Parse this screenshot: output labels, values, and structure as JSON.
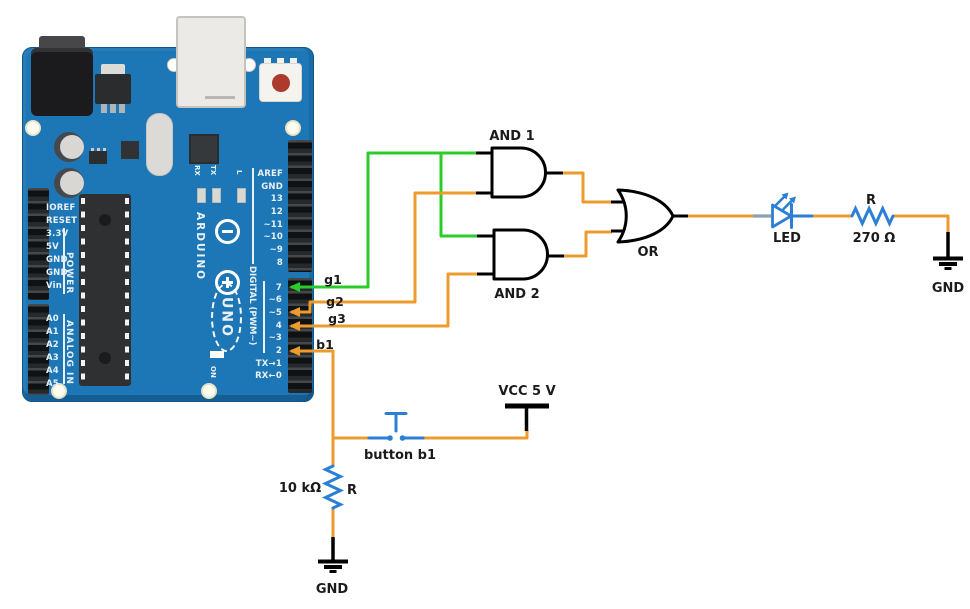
{
  "colors": {
    "wire-orange": "#EE9B2D",
    "wire-green": "#2BCB2B",
    "component-blue": "#2B7FD4",
    "lead-gray": "#8C9FB2",
    "board-blue": "#1D76B5",
    "label-ink": "#1B1B1B",
    "board-text": "#E9F1F7"
  },
  "board": {
    "logo_text": "ARDUINO",
    "model_text": "UNO",
    "digital_header_label": "DIGITAL (PWM~)",
    "digital_pins_top": [
      "AREF",
      "GND",
      "13",
      "12",
      "~11",
      "~10",
      "~9",
      "8"
    ],
    "digital_pins_bottom": [
      "7",
      "~6",
      "~5",
      "4",
      "~3",
      "2",
      "TX→1",
      "RX←0"
    ],
    "power_header_label": "POWER",
    "power_pins": [
      "IOREF",
      "RESET",
      "3.3V",
      "5V",
      "GND",
      "GND",
      "Vin"
    ],
    "analog_header_label": "ANALOG IN",
    "analog_pins": [
      "A0",
      "A1",
      "A2",
      "A3",
      "A4",
      "A5"
    ],
    "led_labels": {
      "rx": "RX",
      "tx": "TX",
      "l": "L",
      "on": "ON"
    }
  },
  "circuit": {
    "gates": {
      "and1": "AND 1",
      "and2": "AND 2",
      "or": "OR"
    },
    "nets": {
      "g1": "g1",
      "g2": "g2",
      "g3": "g3",
      "b1": "b1"
    },
    "led_label": "LED",
    "resistor_led": {
      "name": "R",
      "value": "270 Ω"
    },
    "resistor_pulldown": {
      "name": "R",
      "value": "10 kΩ"
    },
    "button_label": "button b1",
    "vcc_label": "VCC 5 V",
    "gnd_button": "GND",
    "gnd_led": "GND"
  },
  "connections": [
    {
      "net": "g1",
      "color": "green",
      "from": "Arduino pin 7",
      "to": "AND 1 input A and AND 2 input A"
    },
    {
      "net": "g2",
      "color": "orange",
      "from": "Arduino pin ~5",
      "to": "AND 1 input B"
    },
    {
      "net": "g3",
      "color": "orange",
      "from": "Arduino pin 4",
      "to": "AND 2 input B"
    },
    {
      "net": "b1",
      "color": "orange",
      "from": "Arduino pin 2",
      "to": "button b1 and 10 kΩ pull-down resistor"
    },
    {
      "color": "orange",
      "from": "AND 1 output",
      "to": "OR input A"
    },
    {
      "color": "orange",
      "from": "AND 2 output",
      "to": "OR input B"
    },
    {
      "color": "orange",
      "from": "OR output",
      "to": "LED anode"
    },
    {
      "color": "orange",
      "from": "LED cathode",
      "to": "R 270 Ω"
    },
    {
      "color": "orange",
      "from": "R 270 Ω",
      "to": "GND"
    },
    {
      "color": "orange",
      "from": "button b1",
      "to": "VCC 5 V"
    },
    {
      "color": "orange",
      "from": "10 kΩ resistor",
      "to": "GND"
    }
  ]
}
